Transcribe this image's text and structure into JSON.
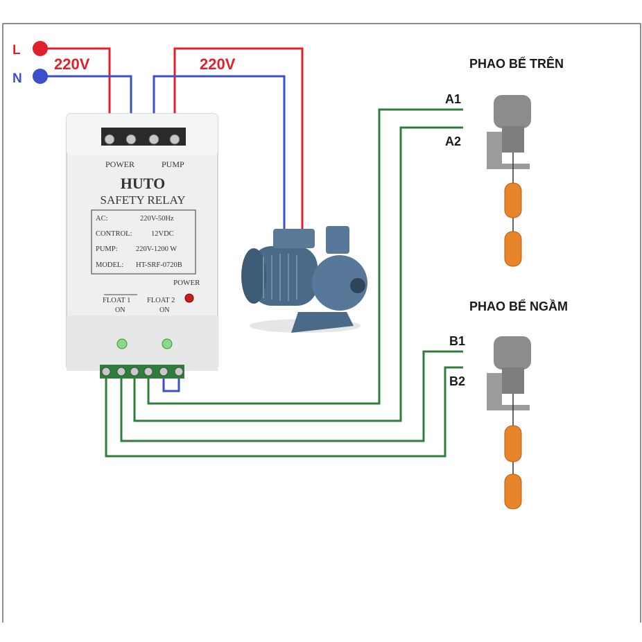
{
  "supply": {
    "live_label": "L",
    "neutral_label": "N",
    "voltage_power": "220V",
    "voltage_pump": "220V",
    "live_color": "#e0202a",
    "neutral_color": "#3a4fc8"
  },
  "relay": {
    "terminal_power": "POWER",
    "terminal_pump": "PUMP",
    "brand": "HUTO",
    "product": "SAFETY RELAY",
    "specs": [
      {
        "key": "AC:",
        "value": "220V-50Hz"
      },
      {
        "key": "CONTROL:",
        "value": "12VDC"
      },
      {
        "key": "PUMP:",
        "value": "220V-1200 W"
      },
      {
        "key": "MODEL:",
        "value": "HT-SRF-0720B"
      }
    ],
    "power_led_label": "POWER",
    "float1_label": "FLOAT 1",
    "float1_state": "ON",
    "float2_label": "FLOAT 2",
    "float2_state": "ON"
  },
  "upper_tank": {
    "title": "PHAO BỂ TRÊN",
    "wire1": "A1",
    "wire2": "A2"
  },
  "lower_tank": {
    "title": "PHAO BỂ NGẦM",
    "wire1": "B1",
    "wire2": "B2"
  },
  "colors": {
    "control_wire": "#2e7d3a",
    "label_red": "#e0202a",
    "label_blue": "#3a4fc8",
    "float_orange": "#e8842a",
    "pump_blue": "#4a6a88"
  }
}
